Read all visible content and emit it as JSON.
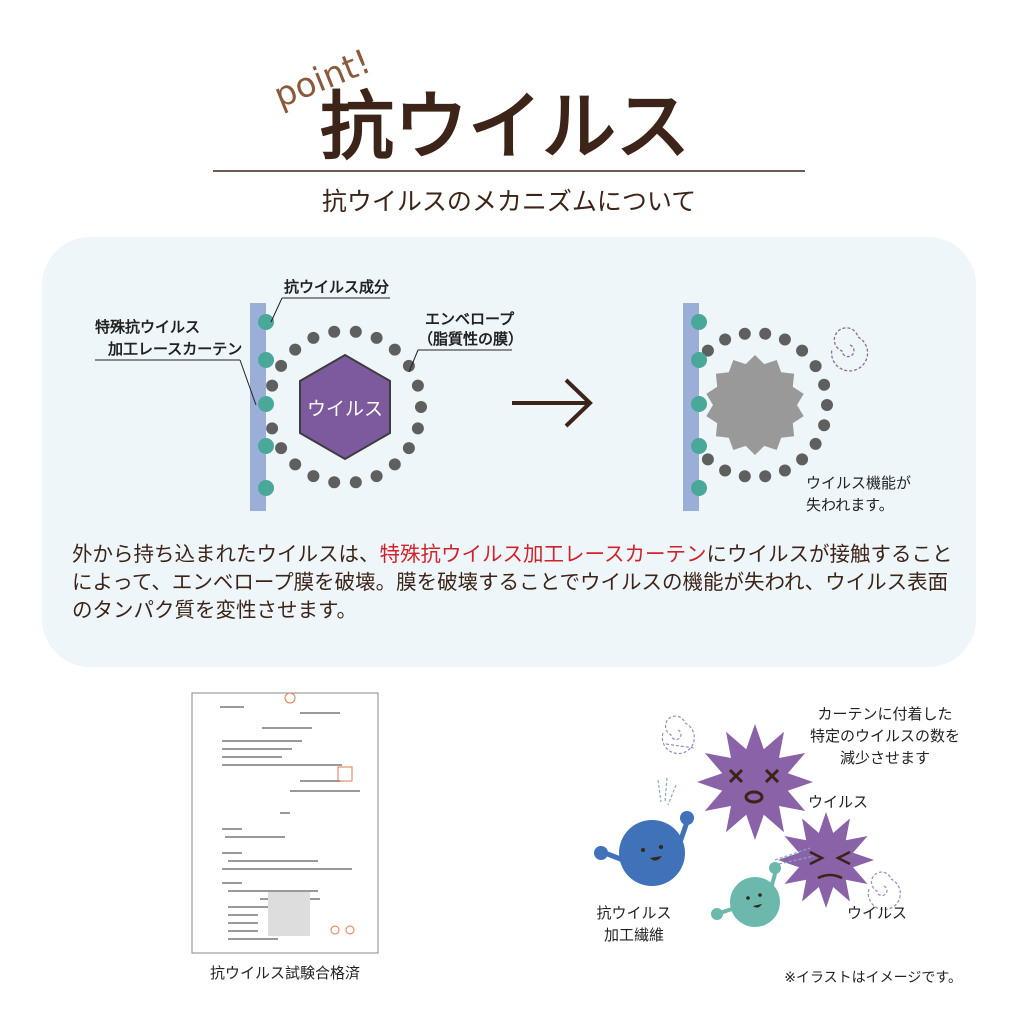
{
  "header": {
    "point_label": "point!",
    "title": "抗ウイルス",
    "subtitle": "抗ウイルスのメカニズムについて"
  },
  "diagram": {
    "label_component": "抗ウイルス成分",
    "label_curtain_line1": "特殊抗ウイルス",
    "label_curtain_line2": "加工レースカーテン",
    "label_envelope_line1": "エンベロープ",
    "label_envelope_line2": "（脂質性の膜）",
    "virus_label": "ウイルス",
    "arrow": "→",
    "result_line1": "ウイルス機能が",
    "result_line2": "失われます。"
  },
  "description": {
    "part1": "外から持ち込まれたウイルスは、",
    "highlight": "特殊抗ウイルス加工レースカーテン",
    "part2": "にウイルスが接触することによって、エンベロープ膜を破壊。膜を破壊することでウイルスの機能が失われ、ウイルス表面のタンパク質を変性させます。"
  },
  "certificate": {
    "caption": "抗ウイルス試験合格済"
  },
  "illustration": {
    "caption_line1": "カーテンに付着した",
    "caption_line2": "特定のウイルスの数を",
    "caption_line3": "減少させます",
    "virus_label_1": "ウイルス",
    "virus_label_2": "ウイルス",
    "fiber_label_line1": "抗ウイルス",
    "fiber_label_line2": "加工繊維",
    "note": "※イラストはイメージです。"
  },
  "colors": {
    "text": "#3d2418",
    "accent_red": "#d0222a",
    "panel": "#eef6fa",
    "teal": "#4aa89a",
    "wall": "#9aaed8",
    "purple": "#7d5a9e",
    "dots": "#5f5f5f"
  }
}
